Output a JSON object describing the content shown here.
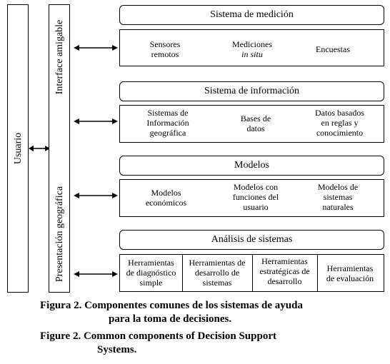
{
  "sidebar": {
    "user": "Usuario",
    "interface_top": "Interface amigable",
    "interface_bottom": "Presentación geográfica"
  },
  "sections": [
    {
      "title": "Sistema de medición",
      "items": [
        "Sensores\nremotos",
        "Mediciones\nin situ",
        "Encuestas"
      ]
    },
    {
      "title": "Sistema de información",
      "items": [
        "Sistemas de\nInformación\ngeográfica",
        "Bases de\ndatos",
        "Datos basados\nen reglas y\nconocimiento"
      ]
    },
    {
      "title": "Modelos",
      "items": [
        "Modelos\neconómicos",
        "Modelos con\nfunciones del\nusuario",
        "Modelos de\nsistemas\nnaturales"
      ]
    },
    {
      "title": "Análisis de sistemas",
      "items": [
        "Herramientas\nde diagnóstico\nsimple",
        "Herramientas de\ndesarrollo de\nsistemas",
        "Herramientas\nestratégicas de\ndesarrollo",
        "Herramientas\nde evaluación"
      ]
    }
  ],
  "caption": {
    "es_label": "Figura 2.",
    "es_text": "Componentes comunes de los sistemas de ayuda",
    "es_text2": "para la toma de decisiones.",
    "en_label": "Figure 2.",
    "en_text": "Common components of Decision Support",
    "en_text2": "Systems."
  }
}
